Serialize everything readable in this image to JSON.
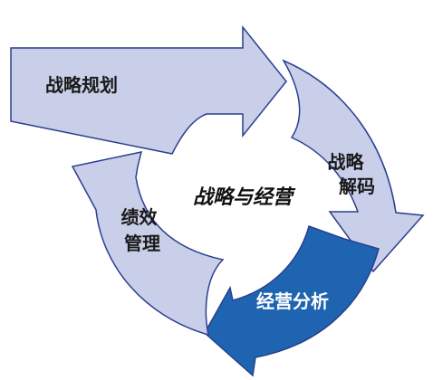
{
  "center": {
    "label": "战略与经营"
  },
  "segments": [
    {
      "id": "strategy-planning",
      "lines": [
        "战略规划"
      ]
    },
    {
      "id": "strategy-decoding",
      "lines": [
        "战略",
        "解码"
      ]
    },
    {
      "id": "business-analysis",
      "lines": [
        "经营分析"
      ]
    },
    {
      "id": "performance-management",
      "lines": [
        "绩效",
        "管理"
      ]
    }
  ],
  "colors": {
    "light_fill": "#c9cfe9",
    "dark_fill": "#1f64b0",
    "stroke": "#2a3f8f",
    "dark_text": "#1a1a1a",
    "light_text": "#ffffff"
  }
}
